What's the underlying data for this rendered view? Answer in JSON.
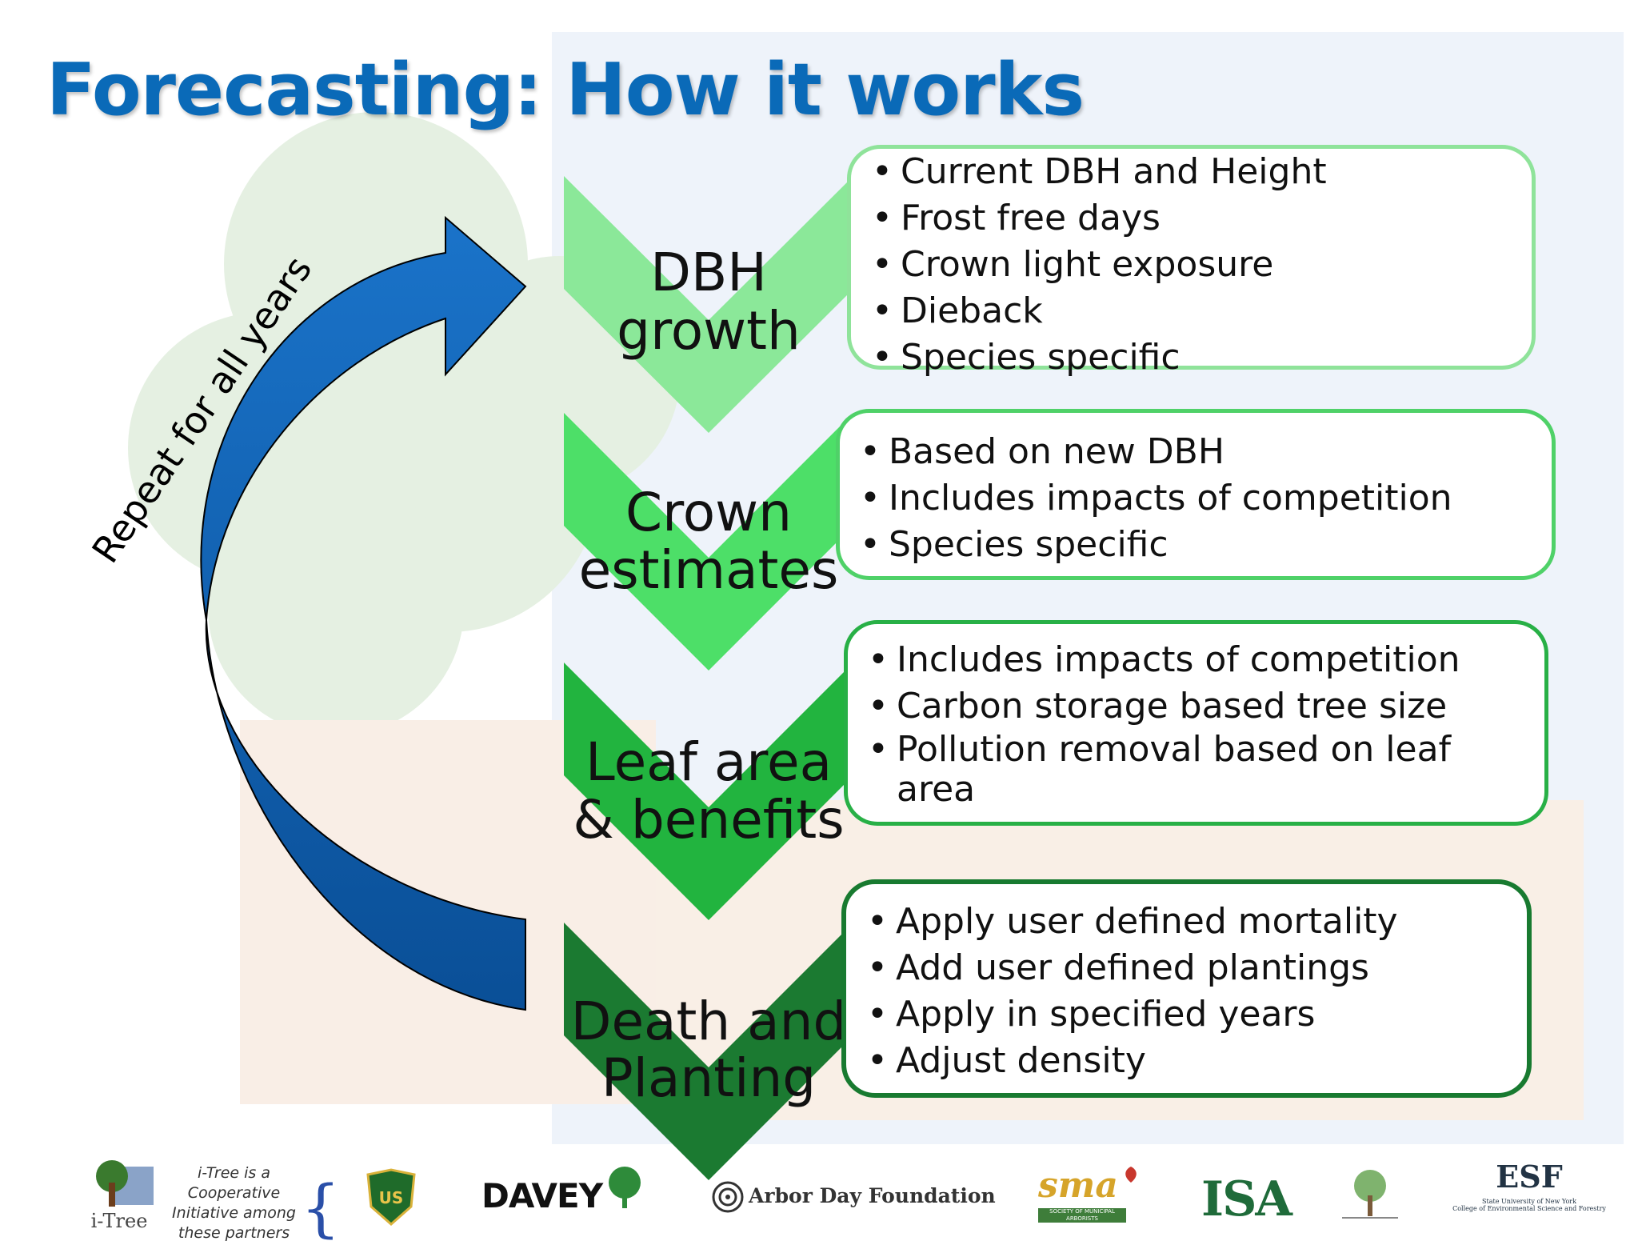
{
  "title": "Forecasting: How it works",
  "loop_label": "Repeat for all years",
  "stages": [
    {
      "line1": "DBH",
      "line2": "growth",
      "color": "#8be899"
    },
    {
      "line1": "Crown",
      "line2": "estimates",
      "color": "#4ddf68"
    },
    {
      "line1": "Leaf area",
      "line2": "& benefits",
      "color": "#22b43f"
    },
    {
      "line1": "Death and",
      "line2": "Planting",
      "color": "#1b7a31"
    }
  ],
  "boxes": [
    {
      "items": [
        "Current DBH and Height",
        "Frost free days",
        "Crown light exposure",
        "Dieback",
        "Species specific"
      ]
    },
    {
      "items": [
        "Based on new DBH",
        "Includes impacts of competition",
        "Species specific"
      ]
    },
    {
      "items": [
        "Includes impacts of competition",
        "Carbon storage based tree size",
        "Pollution removal based on leaf area"
      ]
    },
    {
      "items": [
        "Apply user defined mortality",
        "Add user defined plantings",
        "Apply in specified years",
        "Adjust density"
      ]
    }
  ],
  "footer": {
    "itree_label": "i-Tree",
    "partner_note": "i-Tree is a Cooperative Initiative among these partners",
    "logos": {
      "usfs": "US",
      "davey": "DAVEY",
      "arbor_day": "Arbor Day Foundation",
      "sma": "sma",
      "sma_sub": "SOCIETY OF MUNICIPAL ARBORISTS",
      "isa": "ISA",
      "esf": "ESF",
      "esf_sub1": "State University of New York",
      "esf_sub2": "College of Environmental Science and Forestry"
    }
  },
  "colors": {
    "title": "#0a6ab8",
    "arrow_light": "#1a73c9",
    "arrow_dark": "#0a4f97"
  }
}
